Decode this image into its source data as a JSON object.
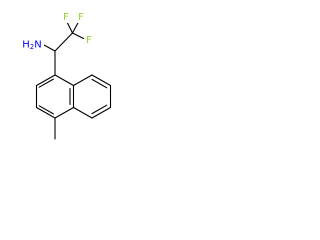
{
  "molecule": {
    "atoms": {
      "fluorine_top_left": "F",
      "fluorine_top_right": "F",
      "fluorine_right": "F",
      "amine": "H2N"
    },
    "colors": {
      "fluorine": "#9acd32",
      "nitrogen": "#0000ff",
      "bond": "#000000"
    }
  }
}
